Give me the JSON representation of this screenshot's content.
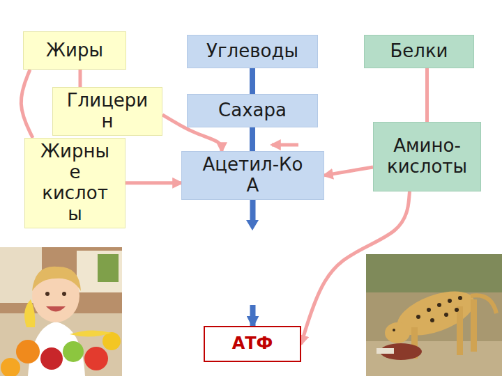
{
  "diagram": {
    "nodes": [
      {
        "text": [
          "Жиры"
        ]
      },
      {
        "text": [
          "Углеводы"
        ]
      },
      {
        "text": [
          "Белки"
        ]
      },
      {
        "text": [
          "Глицери н"
        ]
      },
      {
        "text": [
          "Сахара"
        ]
      },
      {
        "text": [
          "Жирны е кислот ы"
        ]
      },
      {
        "text": [
          "Ацетил-Ко А"
        ]
      },
      {
        "text": [
          "Амино- кислоты"
        ]
      },
      {
        "text": [
          "АТФ"
        ]
      }
    ],
    "edges": [
      {
        "from": 1,
        "to": 4,
        "arrow": "none"
      },
      {
        "from": 4,
        "to": 6,
        "arrow": "none"
      },
      {
        "from": 6,
        "to": 8,
        "arrow": "to"
      },
      {
        "from": 0,
        "to": 3,
        "arrow": "none"
      },
      {
        "from": 0,
        "to": 5,
        "arrow": "none"
      },
      {
        "from": 3,
        "to": 6,
        "arrow": "to"
      },
      {
        "from": 5,
        "to": 6,
        "arrow": "to"
      },
      {
        "from": 2,
        "to": 7,
        "arrow": "none"
      },
      {
        "from": 7,
        "to": 6,
        "arrow": "to"
      },
      {
        "from": 7,
        "to": 8,
        "arrow": "to"
      }
    ]
  }
}
